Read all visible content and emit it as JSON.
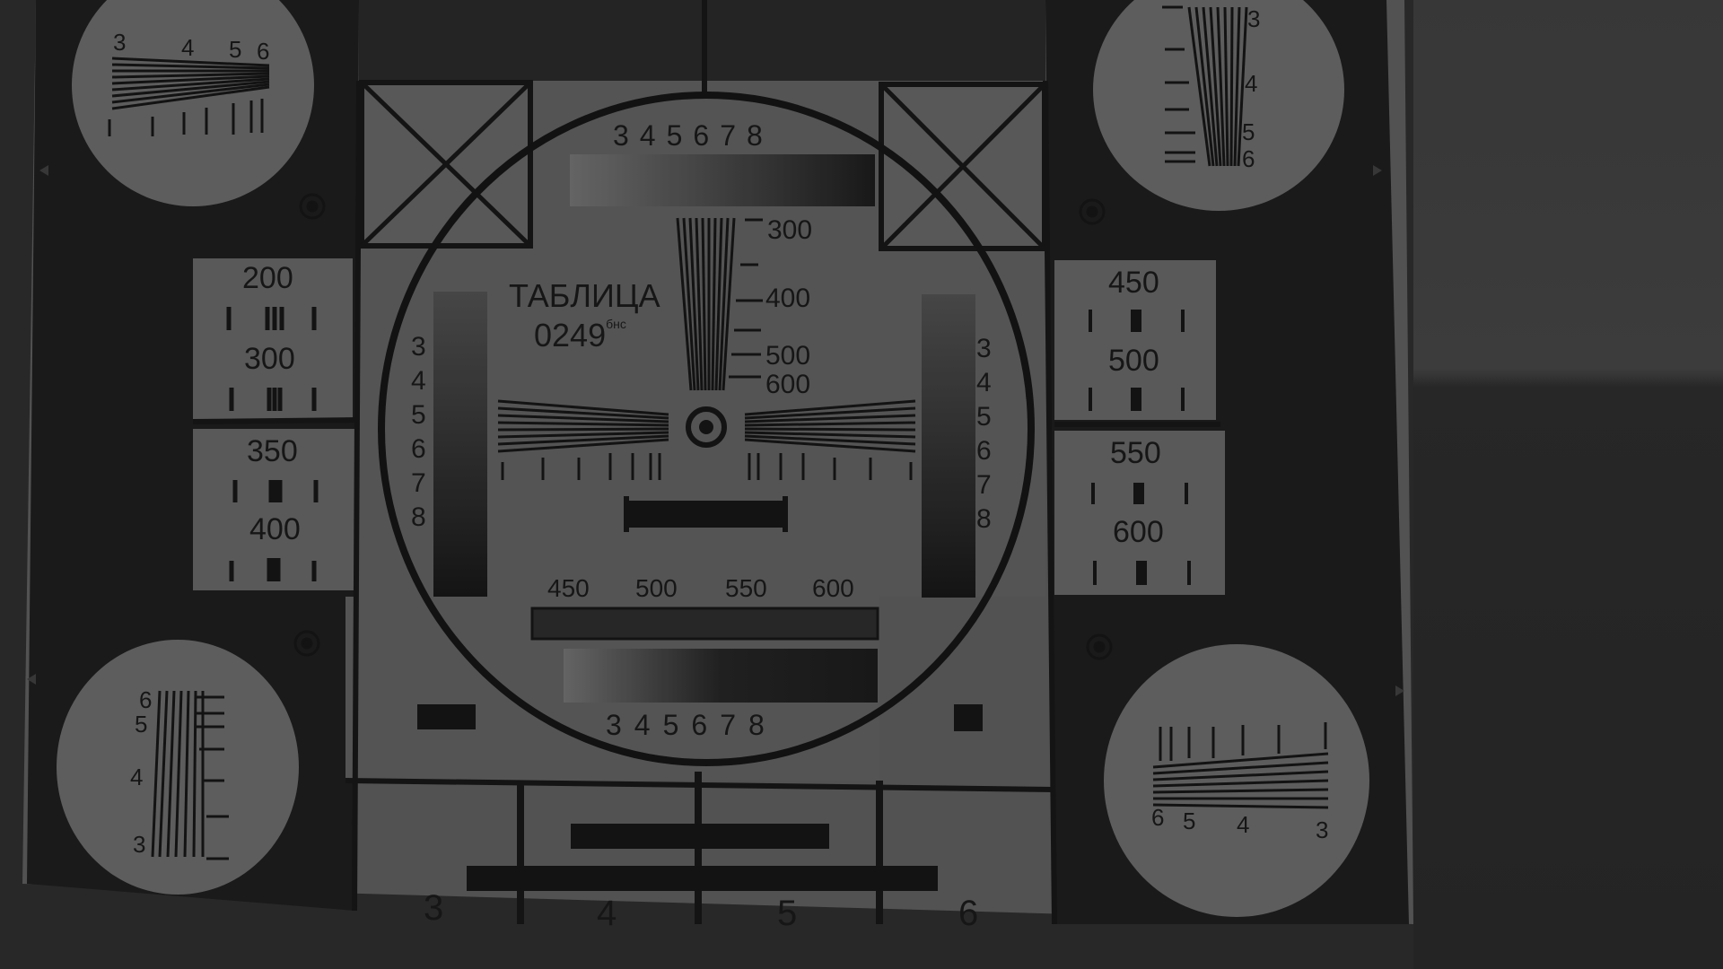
{
  "chart_title": "ТАБЛИЦА",
  "chart_code": "0249",
  "chart_code_suffix": "бнс",
  "top_scale": [
    "3",
    "4",
    "5",
    "6",
    "7",
    "8"
  ],
  "bottom_scale": [
    "3",
    "4",
    "5",
    "6",
    "7",
    "8"
  ],
  "left_scale": [
    "3",
    "4",
    "5",
    "6",
    "7",
    "8"
  ],
  "right_scale": [
    "3",
    "4",
    "5",
    "6",
    "7",
    "8"
  ],
  "center_vertical_labels": [
    "300",
    "400",
    "500",
    "600"
  ],
  "center_horizontal_labels": [
    "450",
    "500",
    "550",
    "600"
  ],
  "left_panels": [
    {
      "label": "200"
    },
    {
      "label": "300"
    },
    {
      "label": "350"
    },
    {
      "label": "400"
    }
  ],
  "right_panels": [
    {
      "label": "450"
    },
    {
      "label": "500"
    },
    {
      "label": "550"
    },
    {
      "label": "600"
    }
  ],
  "corner_top_left": [
    "3",
    "4",
    "5",
    "6"
  ],
  "corner_top_right": [
    "3",
    "4",
    "5",
    "6"
  ],
  "corner_bottom_left": [
    "6",
    "5",
    "4",
    "3"
  ],
  "corner_bottom_right": [
    "6",
    "5",
    "4",
    "3"
  ],
  "bottom_numbers": [
    "3",
    "4",
    "5",
    "6"
  ],
  "colors": {
    "paper": "#5a5a5a",
    "ink": "#161616",
    "background": "#2b2b2b"
  }
}
